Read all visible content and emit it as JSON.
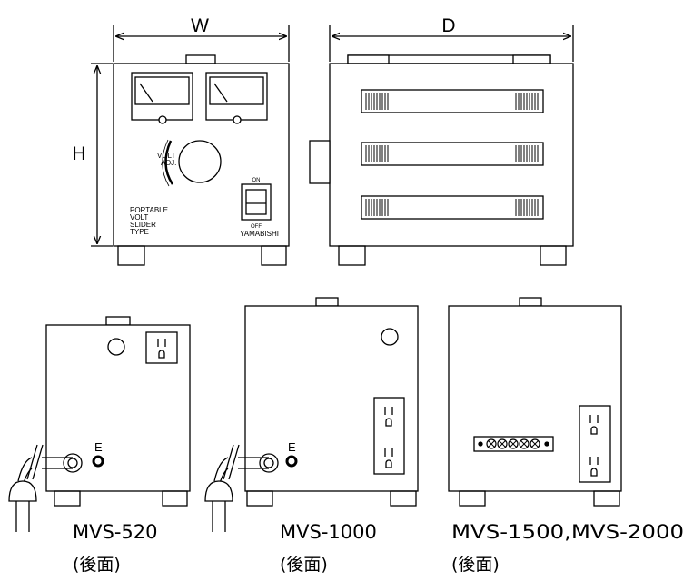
{
  "dimensions": {
    "width_label": "W",
    "depth_label": "D",
    "height_label": "H"
  },
  "front_panel": {
    "volt_adj_label_1": "VOLT",
    "volt_adj_label_2": "ADJ.",
    "switch_on_label": "ON",
    "switch_off_label": "OFF",
    "brand_label": "YAMABISHI",
    "product_label_1": "PORTABLE",
    "product_label_2": "VOLT",
    "product_label_3": "SLIDER",
    "product_label_4": "TYPE"
  },
  "rear_views": [
    {
      "model": "MVS-520",
      "caption": "(後面)",
      "ground_label": "E"
    },
    {
      "model": "MVS-1000",
      "caption": "(後面)",
      "ground_label": "E"
    },
    {
      "model": "MVS-1500,MVS-2000",
      "caption": "(後面)"
    }
  ]
}
